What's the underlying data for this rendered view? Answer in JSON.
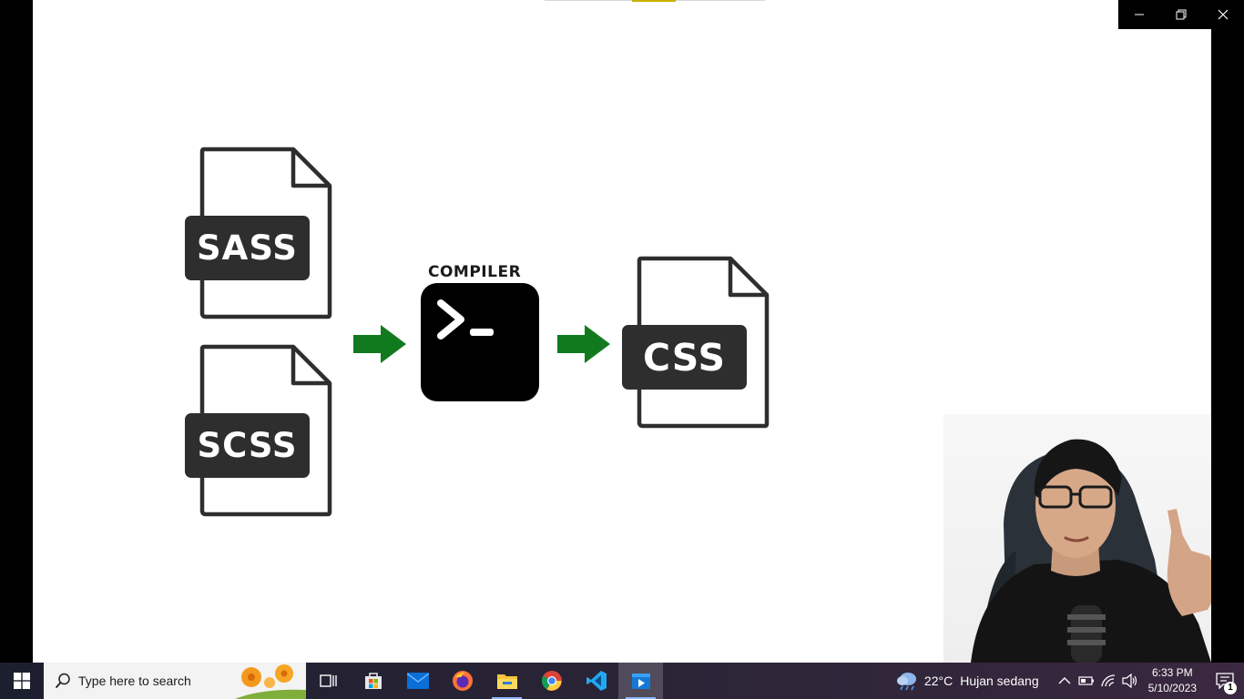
{
  "diagram": {
    "files_in": [
      {
        "label": "SASS"
      },
      {
        "label": "SCSS"
      }
    ],
    "compiler": {
      "label": "COMPILER",
      "prompt_symbol": ">_"
    },
    "file_out": {
      "label": "CSS"
    },
    "arrow_color": "#127a1e"
  },
  "window_controls": {
    "minimize_icon": "minimize-icon",
    "restore_icon": "restore-icon",
    "close_icon": "close-icon"
  },
  "taskbar": {
    "search_placeholder": "Type here to search",
    "apps": [
      {
        "name": "task-view",
        "icon": "task-view-icon"
      },
      {
        "name": "microsoft-store",
        "icon": "store-icon"
      },
      {
        "name": "mail",
        "icon": "mail-icon"
      },
      {
        "name": "firefox",
        "icon": "firefox-icon"
      },
      {
        "name": "file-explorer",
        "icon": "folder-icon"
      },
      {
        "name": "chrome",
        "icon": "chrome-icon"
      },
      {
        "name": "vscode",
        "icon": "vscode-icon"
      },
      {
        "name": "media-player",
        "icon": "media-player-icon"
      }
    ],
    "weather": {
      "temp": "22°C",
      "condition": "Hujan sedang"
    },
    "clock": {
      "time": "6:33 PM",
      "date": "5/10/2023"
    },
    "notification_count": "1"
  }
}
